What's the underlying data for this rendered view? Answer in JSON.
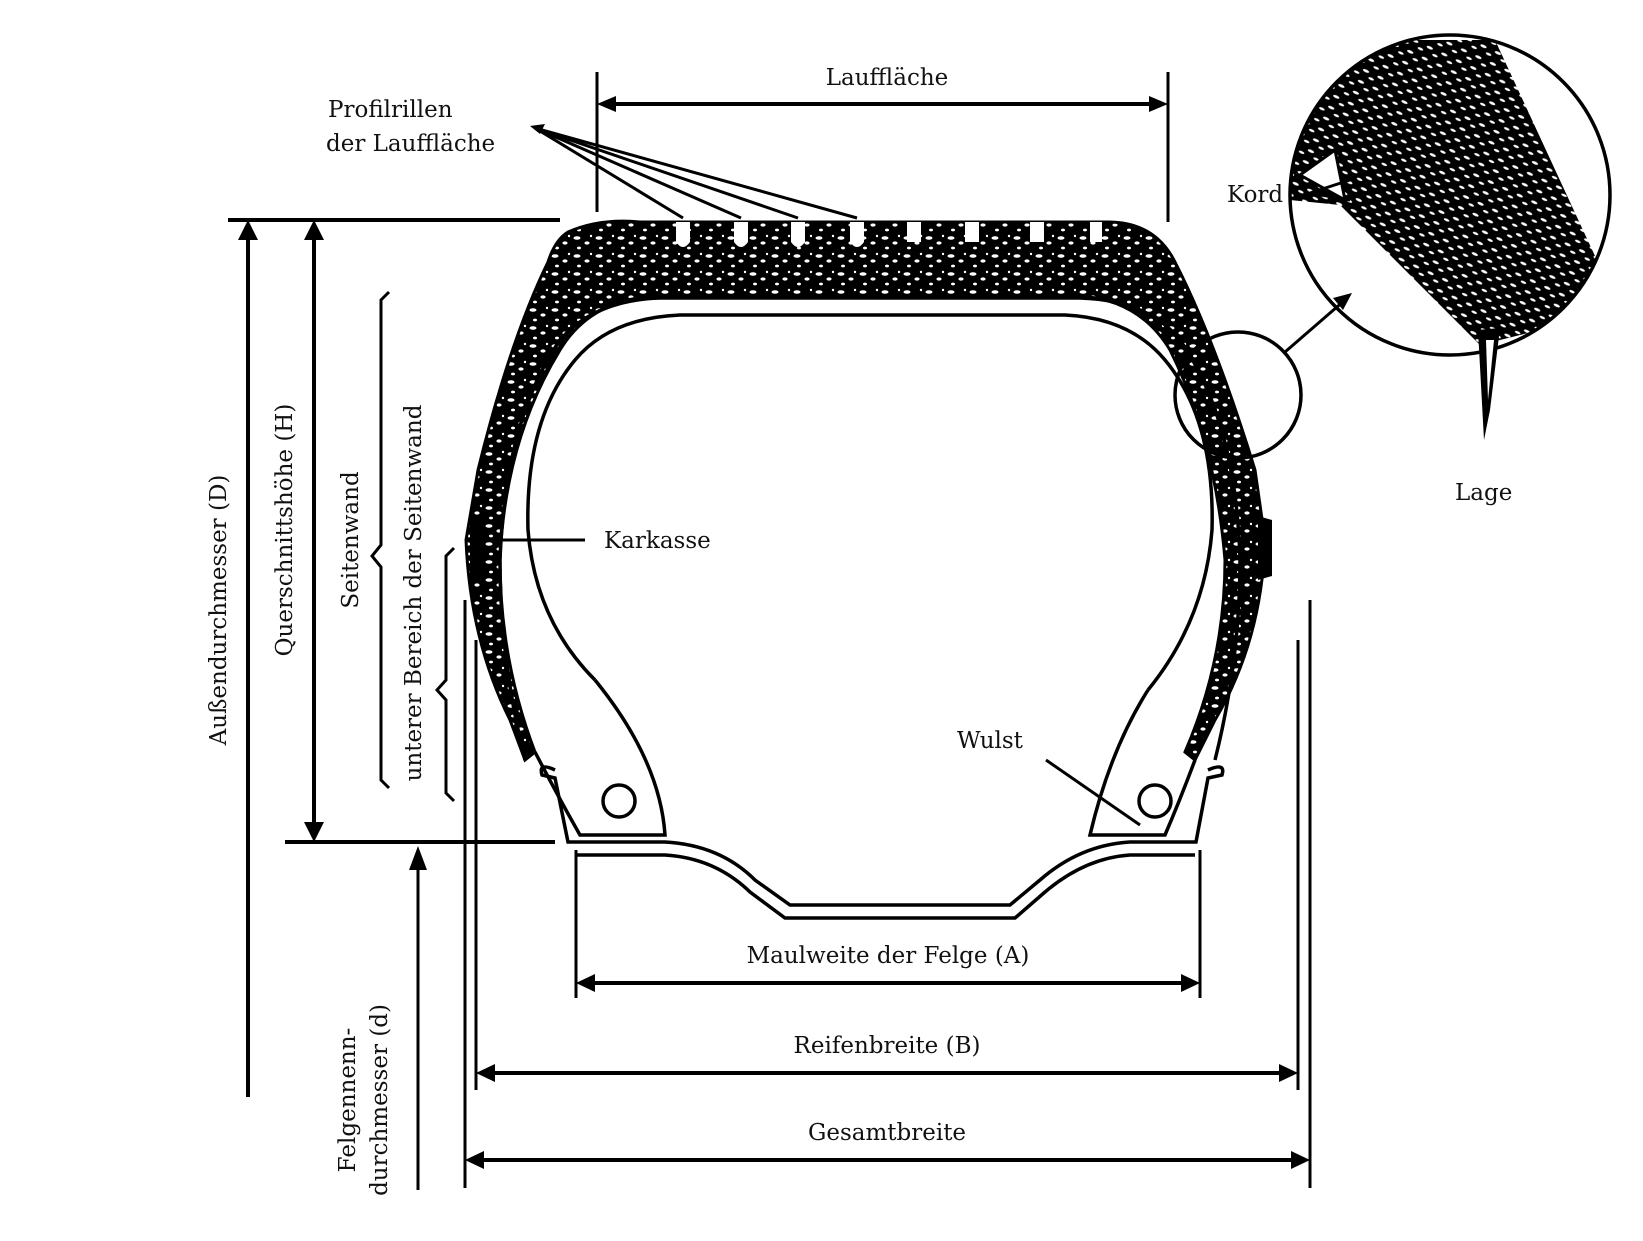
{
  "figure": {
    "type": "tire cross-section with dimension annotations",
    "colors": {
      "ink": "#000000",
      "paper": "#ffffff"
    }
  },
  "labels": {
    "tread": "Lauffläche",
    "tread_grooves_line1": "Profilrillen",
    "tread_grooves_line2": "der Lauffläche",
    "cord": "Kord",
    "ply": "Lage",
    "carcass": "Karkasse",
    "bead": "Wulst",
    "overall_diameter": "Außendurchmesser (D)",
    "section_height": "Querschnittshöhe (H)",
    "sidewall": "Seitenwand",
    "lower_sidewall": "unterer Bereich der Seitenwand",
    "rim_diameter_line1": "Felgennenn-",
    "rim_diameter_line2": "durchmesser (d)",
    "rim_width": "Maulweite der Felge (A)",
    "tire_width": "Reifenbreite (B)",
    "overall_width": "Gesamtbreite"
  }
}
